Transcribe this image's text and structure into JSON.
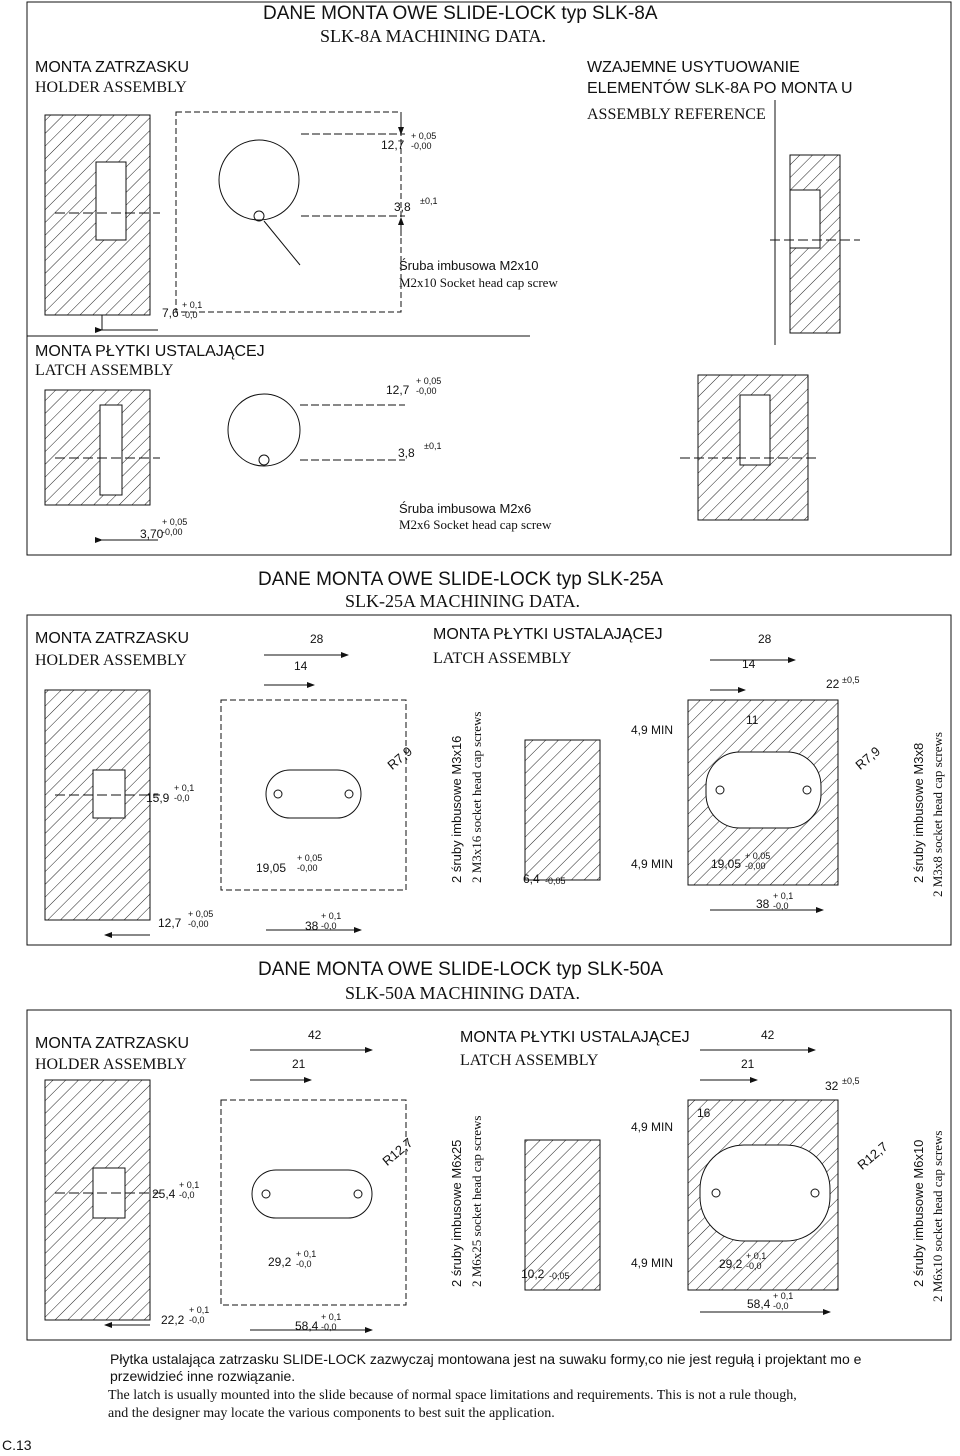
{
  "slk8": {
    "title": "DANE MONTA OWE SLIDE-LOCK typ SLK-8A",
    "subtitle": "SLK-8A MACHINING DATA.",
    "holder_pl": "MONTA ZATRZASKU",
    "holder_en": "HOLDER ASSEMBLY",
    "ref_pl_1": "WZAJEMNE USYTUOWANIE",
    "ref_pl_2": "ELEMENTÓW SLK-8A PO MONTA U",
    "ref_en": "ASSEMBLY REFERENCE",
    "dim_127": "12,7",
    "tol_127": "+ 0,05\n-0,00",
    "dim_38": "3,8",
    "tol_38": "±0,1",
    "screw1_pl": "Śruba imbusowa M2x10",
    "screw1_en": "M2x10 Socket head cap screw",
    "dim_76": "7,6",
    "tol_76": "+ 0,1\n-0,0",
    "latch_pl": "MONTA PŁYTKI USTALAJĄCEJ",
    "latch_en": "LATCH ASSEMBLY",
    "dim_127b": "12,7",
    "tol_127b": "+ 0,05\n-0,00",
    "dim_38b": "3,8",
    "tol_38b": "±0,1",
    "screw2_pl": "Śruba imbusowa M2x6",
    "screw2_en": "M2x6 Socket head cap screw",
    "dim_370": "3,70",
    "tol_370": "+ 0,05\n-0,00"
  },
  "slk25": {
    "title": "DANE MONTA OWE SLIDE-LOCK typ SLK-25A",
    "subtitle": "SLK-25A MACHINING DATA.",
    "holder_pl": "MONTA ZATRZASKU",
    "holder_en": "HOLDER ASSEMBLY",
    "latch_pl": "MONTA PŁYTKI USTALAJĄCEJ",
    "latch_en": "LATCH ASSEMBLY",
    "h_28": "28",
    "h_14": "14",
    "l_28": "28",
    "l_14": "14",
    "d_22": "22",
    "tol_22": "±0,5",
    "r_holder": "R7,9",
    "r_latch": "R7,9",
    "d_159": "15,9",
    "tol_159": "+ 0,1\n-0,0",
    "d_1905": "19,05",
    "tol_1905": "+ 0,05\n-0,00",
    "d_127": "12,7",
    "tol_127": "+ 0,05\n-0,00",
    "d_38": "38",
    "tol_38": "+ 0,1\n-0,0",
    "screw_holder_pl": "2 śruby imbusowe M3x16",
    "screw_holder_en": "2 M3x16 socket head cap screws",
    "d_64": "6,4",
    "tol_64": "-0,05",
    "min_top": "4,9 MIN",
    "min_bot": "4,9 MIN",
    "d_11": "11",
    "d_1905b": "19,05",
    "tol_1905b": "+ 0,05\n-0,00",
    "d_38b": "38",
    "tol_38b": "+ 0,1\n-0,0",
    "screw_latch_pl": "2 śruby imbusowe M3x8",
    "screw_latch_en": "2 M3x8 socket head cap screws"
  },
  "slk50": {
    "title": "DANE MONTA OWE SLIDE-LOCK typ SLK-50A",
    "subtitle": "SLK-50A MACHINING DATA.",
    "holder_pl": "MONTA ZATRZASKU",
    "holder_en": "HOLDER ASSEMBLY",
    "latch_pl": "MONTA PŁYTKI USTALAJĄCEJ",
    "latch_en": "LATCH ASSEMBLY",
    "h_42": "42",
    "h_21": "21",
    "l_42": "42",
    "l_21": "21",
    "d_32": "32",
    "tol_32": "±0,5",
    "r_holder": "R12,7",
    "r_latch": "R12,7",
    "d_254": "25,4",
    "tol_254": "+ 0,1\n-0,0",
    "d_292": "29,2",
    "tol_292": "+ 0,1\n-0,0",
    "d_222": "22,2",
    "tol_222": "+ 0,1\n-0,0",
    "d_584": "58,4",
    "tol_584": "+ 0,1\n-0,0",
    "screw_holder_pl": "2 śruby imbusowe M6x25",
    "screw_holder_en": "2 M6x25 socket head cap screws",
    "d_102": "10,2",
    "tol_102": "-0,05",
    "min_top": "4,9 MIN",
    "min_bot": "4,9 MIN",
    "d_16": "16",
    "d_292b": "29,2",
    "tol_292b": "+ 0,1\n-0,0",
    "d_584b": "58,4",
    "tol_584b": "+ 0,1\n-0,0",
    "screw_latch_pl": "2 śruby imbusowe M6x10",
    "screw_latch_en": "2 M6x10 socket head cap screws"
  },
  "note": {
    "pl_1": "Płytka ustalająca zatrzasku SLIDE-LOCK zazwyczaj montowana jest na suwaku formy,co nie jest regułą i projektant mo e",
    "pl_2": "przewidzieć inne rozwiązanie.",
    "en_1": "The latch is usually mounted into the slide because of normal space limitations and requirements. This is not a rule though,",
    "en_2": "and  the designer may locate the various components to best suit the application."
  },
  "page_number": "C.13"
}
